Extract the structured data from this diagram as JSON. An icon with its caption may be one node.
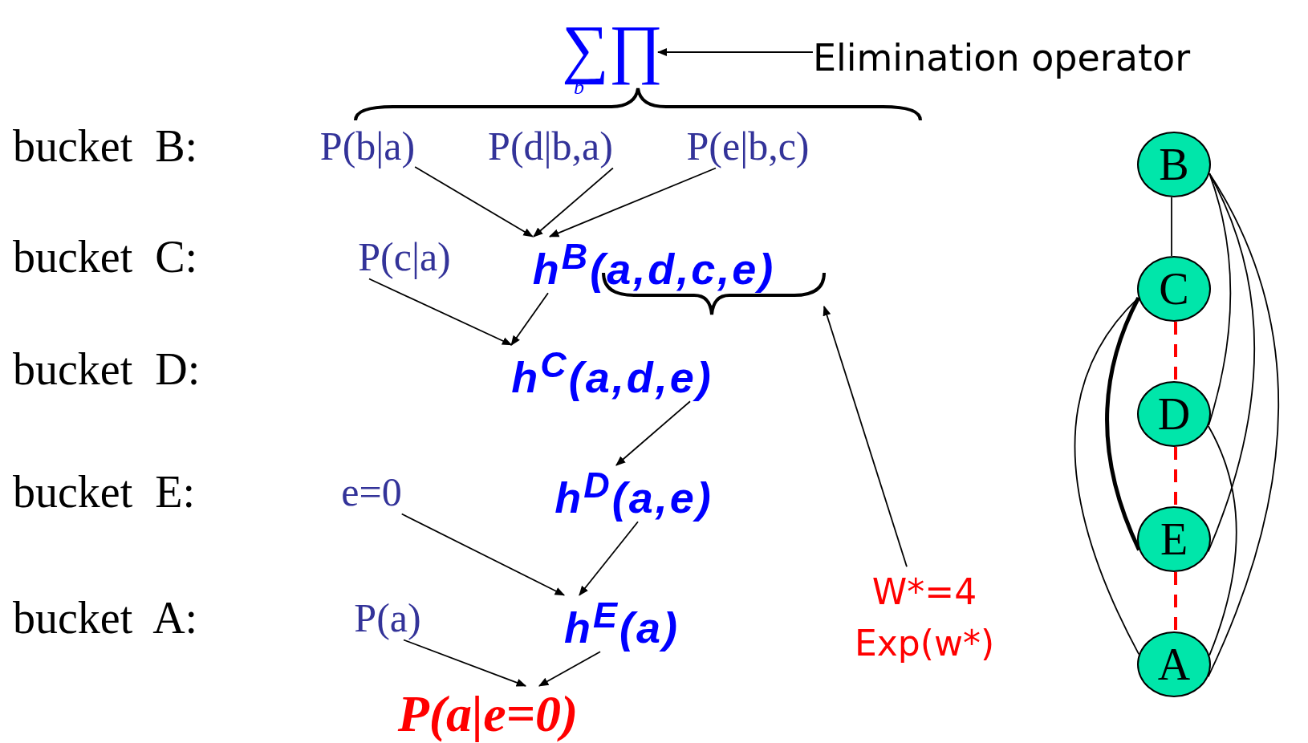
{
  "diagram": {
    "nodes": [
      {
        "text": [
          "∑∏",
          "b"
        ]
      },
      {
        "text": [
          "Elimination operator"
        ]
      },
      {
        "text": [
          "P(b|a)"
        ]
      },
      {
        "text": [
          "P(d|b,a)"
        ]
      },
      {
        "text": [
          "P(e|b,c)"
        ]
      },
      {
        "text": [
          "P(c|a)"
        ]
      },
      {
        "text": [
          "h$^{B}$(a,d,c,e)"
        ]
      },
      {
        "text": [
          "h$^{C}$(a,d,e)"
        ]
      },
      {
        "text": [
          "e=0"
        ]
      },
      {
        "text": [
          "h$^{D}$(a,e)"
        ]
      },
      {
        "text": [
          "P(a)"
        ]
      },
      {
        "text": [
          "h$^{E}$(a)"
        ]
      },
      {
        "text": [
          "P(a|e=0)"
        ]
      },
      {
        "text": [
          "W*=4",
          "Exp(w*)"
        ]
      },
      {
        "text": [],
        "shape": "brace"
      },
      {
        "text": [
          "B"
        ]
      },
      {
        "text": [
          "C"
        ]
      },
      {
        "text": [
          "D"
        ]
      },
      {
        "text": [
          "E"
        ]
      },
      {
        "text": [
          "A"
        ]
      }
    ],
    "edges": [
      {
        "from": 1,
        "to": 0,
        "arrow": "to"
      },
      {
        "from": 2,
        "to": 6,
        "arrow": "to"
      },
      {
        "from": 3,
        "to": 6,
        "arrow": "to"
      },
      {
        "from": 4,
        "to": 6,
        "arrow": "to"
      },
      {
        "from": 5,
        "to": 7,
        "arrow": "to"
      },
      {
        "from": 6,
        "to": 7,
        "arrow": "to"
      },
      {
        "from": 7,
        "to": 9,
        "arrow": "to"
      },
      {
        "from": 8,
        "to": 11,
        "arrow": "to"
      },
      {
        "from": 9,
        "to": 11,
        "arrow": "to"
      },
      {
        "from": 10,
        "to": 12,
        "arrow": "to"
      },
      {
        "from": 11,
        "to": 12,
        "arrow": "to"
      },
      {
        "from": 13,
        "to": 14,
        "arrow": "to"
      },
      {
        "from": 15,
        "to": 16,
        "arrow": "none"
      },
      {
        "from": 16,
        "to": 17,
        "arrow": "none",
        "style": "dashed",
        "color": "#ff0000"
      },
      {
        "from": 17,
        "to": 18,
        "arrow": "none",
        "style": "dashed",
        "color": "#ff0000"
      },
      {
        "from": 18,
        "to": 19,
        "arrow": "none",
        "style": "dashed",
        "color": "#ff0000"
      },
      {
        "from": 15,
        "to": 17,
        "arrow": "none"
      },
      {
        "from": 15,
        "to": 18,
        "arrow": "none"
      },
      {
        "from": 15,
        "to": 19,
        "arrow": "none"
      },
      {
        "from": 16,
        "to": 18,
        "arrow": "none",
        "style": "thick"
      },
      {
        "from": 16,
        "to": 19,
        "arrow": "none"
      },
      {
        "from": 17,
        "to": 19,
        "arrow": "none"
      }
    ],
    "labels": [
      "bucket  B:",
      "bucket  C:",
      "bucket  D:",
      "bucket  E:",
      "bucket  A:"
    ]
  }
}
